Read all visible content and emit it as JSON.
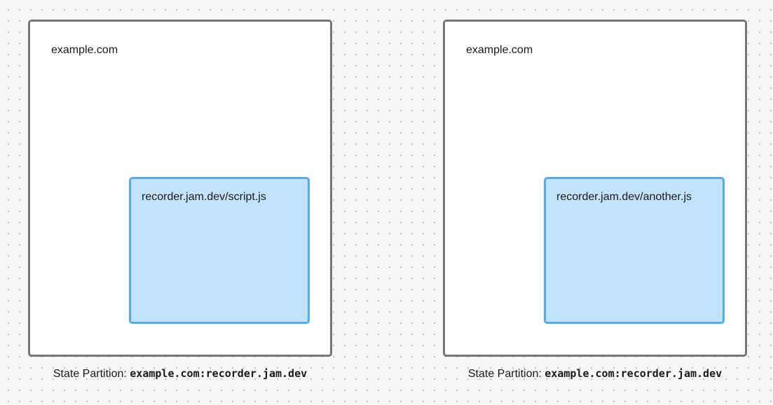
{
  "colors": {
    "origin_border": "#767676",
    "frame_fill": "#c2e3fc",
    "frame_border": "#4aaef0"
  },
  "panels": [
    {
      "origin_label": "example.com",
      "frame_label": "recorder.jam.dev/script.js",
      "caption_prefix": "State Partition:",
      "caption_code": "example.com:recorder.jam.dev"
    },
    {
      "origin_label": "example.com",
      "frame_label": "recorder.jam.dev/another.js",
      "caption_prefix": "State Partition:",
      "caption_code": "example.com:recorder.jam.dev"
    }
  ]
}
